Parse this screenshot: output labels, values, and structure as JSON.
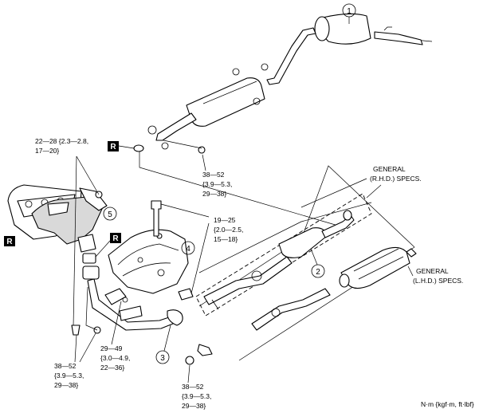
{
  "callouts": {
    "c1": "1",
    "c2": "2",
    "c3": "3",
    "c4": "4",
    "c5": "5"
  },
  "badges": {
    "r1": "R",
    "r2": "R",
    "r3": "R"
  },
  "torque": {
    "t1": [
      "22—28 {2.3—2.8,",
      "17—20}"
    ],
    "t2": [
      "38—52",
      "{3.9—5.3,",
      "29—38}"
    ],
    "t3": [
      "19—25",
      "{2.0—2.5,",
      "15—18}"
    ],
    "t4": [
      "29—49",
      "{3.0—4.9,",
      "22—36}"
    ],
    "t5": [
      "38—52",
      "{3.9—5.3,",
      "29—38}"
    ],
    "t6": [
      "38—52",
      "{3.9—5.3,",
      "29—38}"
    ]
  },
  "specs": {
    "rhd": [
      "GENERAL",
      "(R.H.D.) SPECS."
    ],
    "lhd": [
      "GENERAL",
      "(L.H.D.) SPECS."
    ]
  },
  "units": "N·m {kgf·m, ft·lbf}",
  "colors": {
    "ink": "#000000",
    "badge": "#000000",
    "shade": "#d9d9d9"
  }
}
